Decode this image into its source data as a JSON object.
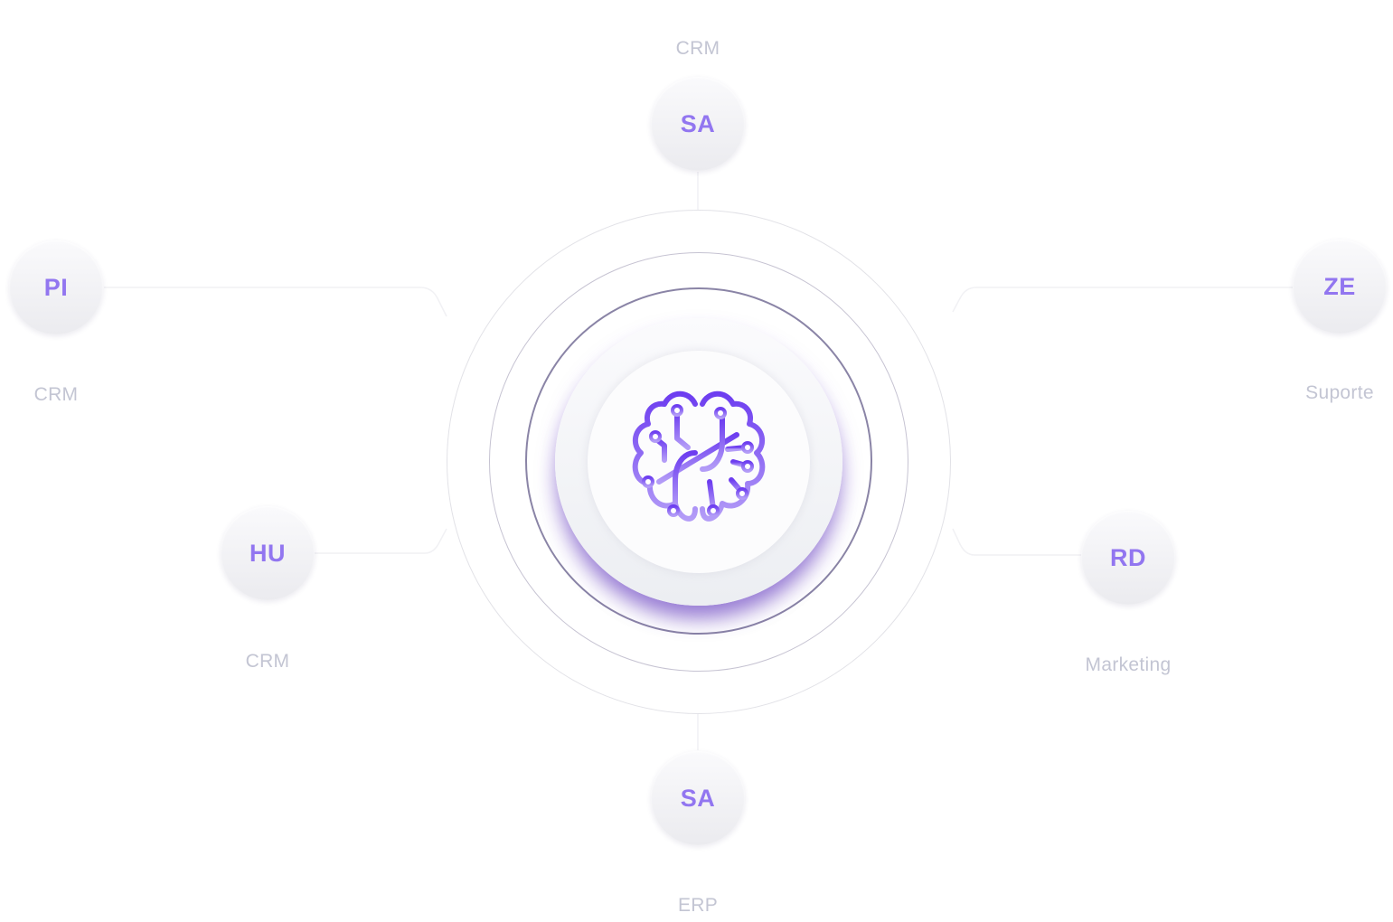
{
  "hub": {
    "icon": "brain-circuit-icon",
    "accent_top": "#6d3df0",
    "accent_bottom": "#b39cf7"
  },
  "colors": {
    "node_text": "#9276f0",
    "label_text": "#c3c5d3",
    "ring_inner": "#8a84a6",
    "ring_mid": "#c6c3d2",
    "ring_outer": "#e2e2e7"
  },
  "nodes": {
    "top": {
      "abbr": "SA",
      "label": "CRM"
    },
    "left_upper": {
      "abbr": "PI",
      "label": "CRM"
    },
    "right_upper": {
      "abbr": "ZE",
      "label": "Suporte"
    },
    "left_lower": {
      "abbr": "HU",
      "label": "CRM"
    },
    "right_lower": {
      "abbr": "RD",
      "label": "Marketing"
    },
    "bottom": {
      "abbr": "SA",
      "label": "ERP"
    }
  }
}
